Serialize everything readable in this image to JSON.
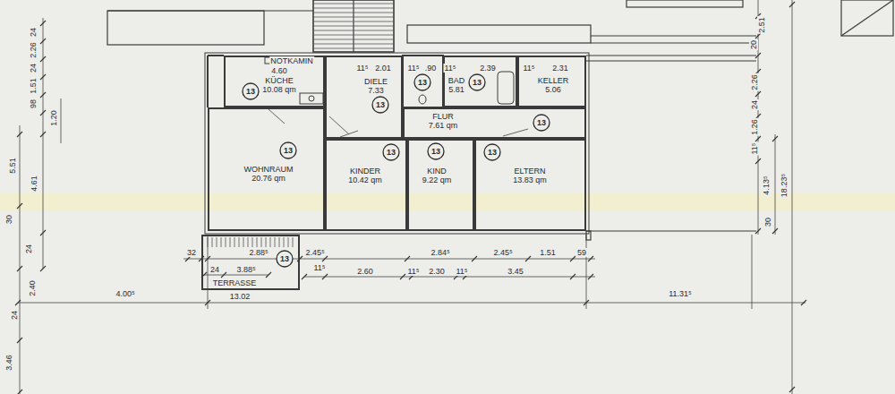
{
  "diagram": {
    "nodes": [
      {
        "text": [
          "KÜCHE",
          "10.08 qm"
        ]
      },
      {
        "text": [
          "13"
        ],
        "in": 0
      },
      {
        "text": [
          "DIELE",
          "7.33"
        ]
      },
      {
        "text": [
          "13"
        ],
        "in": 2
      },
      {
        "text": [
          "13"
        ]
      },
      {
        "text": [
          "BAD",
          "5.81"
        ]
      },
      {
        "text": [
          "13"
        ],
        "in": 5
      },
      {
        "text": [
          "KELLER",
          "5.06"
        ]
      },
      {
        "text": [
          "FLUR",
          "7.61 qm"
        ]
      },
      {
        "text": [
          "13"
        ],
        "in": 8
      },
      {
        "text": [
          "WOHNRAUM",
          "20.76 qm"
        ]
      },
      {
        "text": [
          "13"
        ],
        "in": 10
      },
      {
        "text": [
          "KINDER",
          "10.42 qm"
        ]
      },
      {
        "text": [
          "13"
        ],
        "in": 12
      },
      {
        "text": [
          "KIND",
          "9.22 qm"
        ]
      },
      {
        "text": [
          "13"
        ],
        "in": 14
      },
      {
        "text": [
          "ELTERN",
          "13.83 qm"
        ]
      },
      {
        "text": [
          "13"
        ],
        "in": 16
      },
      {
        "text": [
          "TERRASSE"
        ]
      },
      {
        "text": [
          "13"
        ],
        "in": 18
      }
    ],
    "labels": [
      "NOTKAMIN",
      "4.60",
      "11⁵",
      "2.01",
      "11⁵",
      ".90",
      "11⁵",
      "2.39",
      "11⁵",
      "2.31",
      "24",
      "2.26",
      "24",
      "1.51",
      "98",
      "1.20",
      "5.51",
      "4.61",
      "30",
      "24",
      "2.40",
      "24",
      "3.46",
      "2.51",
      "20",
      "2.26",
      "24",
      "1.26",
      "11⁵",
      "4.13⁵",
      "18.23⁵",
      "30",
      "32",
      "2.88⁵",
      "2.45⁵",
      "2.84⁵",
      "2.45⁵",
      "1.51",
      "59",
      "24",
      "3.88⁵",
      "11⁵",
      "2.60",
      "11⁵",
      "2.30",
      "11⁵",
      "3.45",
      "4.00⁵",
      "13.02",
      "11.31⁵"
    ]
  }
}
